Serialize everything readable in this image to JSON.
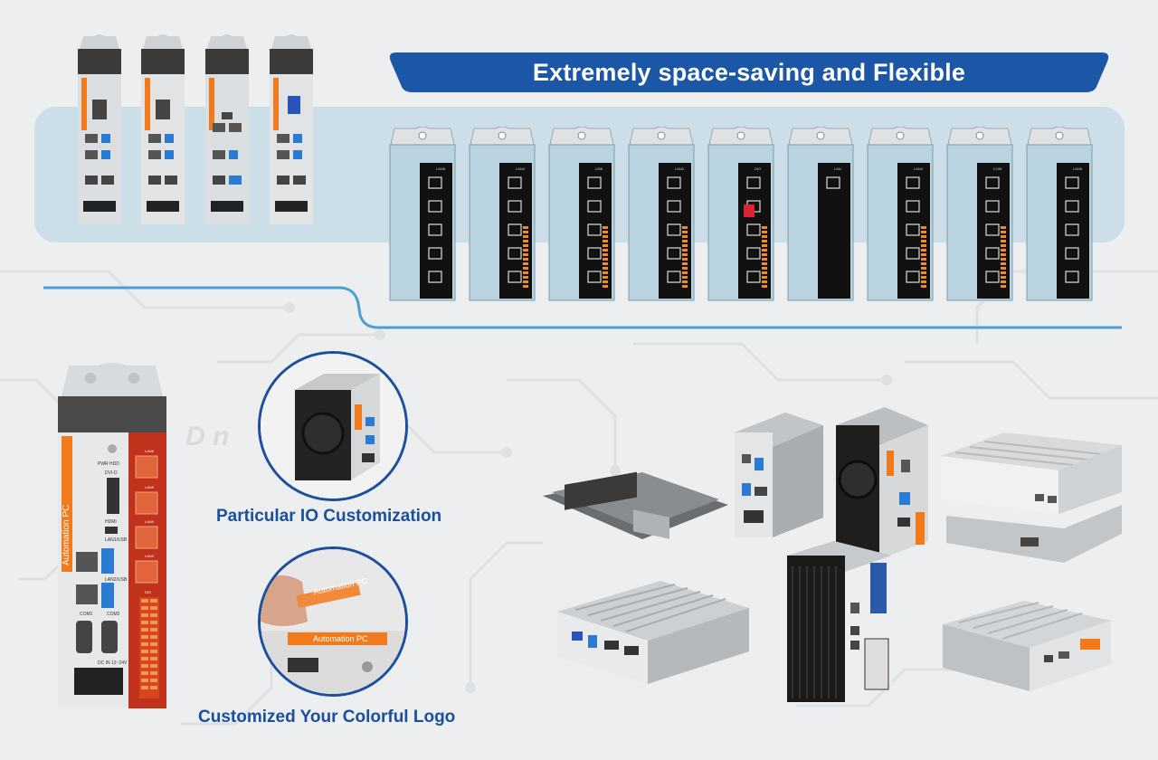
{
  "banner": {
    "title": "Extremely space-saving and Flexible",
    "color": "#1b56a7"
  },
  "captions": {
    "io": "Particular IO Customization",
    "logo": "Customized Your Colorful Logo"
  },
  "labels": {
    "automation_pc": "Automation PC",
    "automation_pc_short": "Automation PC",
    "brand_watermark": "D n"
  },
  "big_pc_labels": {
    "pwr_hdd": "PWR HDD",
    "dvi": "DVI-D",
    "hdmi": "HDMI",
    "lan1": "LAN1/USB",
    "lan2": "LAN2/USB",
    "com1": "COM1",
    "com2": "COM2",
    "dcin": "DC IN 12~24V",
    "lan6": "LAN6",
    "lan5": "LAN5",
    "lan4": "LAN4",
    "lan3": "LAN3",
    "dio": "DIO"
  },
  "module_labels": [
    "LAN8",
    "LAN4",
    "USB",
    "LAN2",
    "DIO",
    "LAN",
    "LAN4",
    "COM",
    "LAN8"
  ],
  "colors": {
    "accent_blue": "#1b4f9c",
    "brand_orange": "#f07a1c",
    "module_blue": "#b9d3e0",
    "io_red": "#c1321c"
  }
}
